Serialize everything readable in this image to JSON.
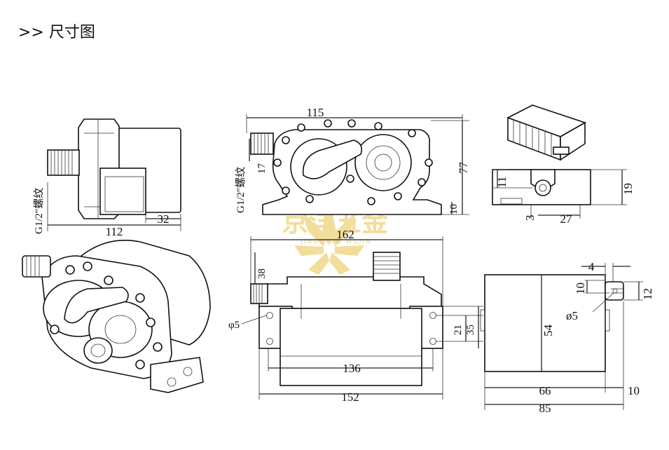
{
  "header": {
    "prefix": ">>",
    "title": "尺寸图"
  },
  "side_view": {
    "thread_label": "G1/2″螺纹",
    "dims": {
      "length": "112",
      "offset": "32"
    }
  },
  "front_view": {
    "thread_label": "G1/2″螺纹",
    "dims": {
      "width": "115",
      "height": "77",
      "inlet": "17",
      "base": "10"
    }
  },
  "controller_view": {
    "dims": {
      "h11": "11",
      "h19": "19",
      "w3": "3",
      "w27": "27"
    }
  },
  "bottom_view": {
    "dims": {
      "overall": "162",
      "inlet": "38",
      "hole": "φ5",
      "h21": "21",
      "h35": "35",
      "inner": "136",
      "outer": "152"
    }
  },
  "plate_view": {
    "dims": {
      "w4": "4",
      "h10": "10",
      "h12": "12",
      "hole": "ø5",
      "height": "54",
      "w66": "66",
      "w10": "10",
      "w85": "85"
    }
  },
  "watermark": {
    "brand": "京洋五金",
    "sub": "JINGYANG WUJIN",
    "color": "#e8c24a"
  }
}
